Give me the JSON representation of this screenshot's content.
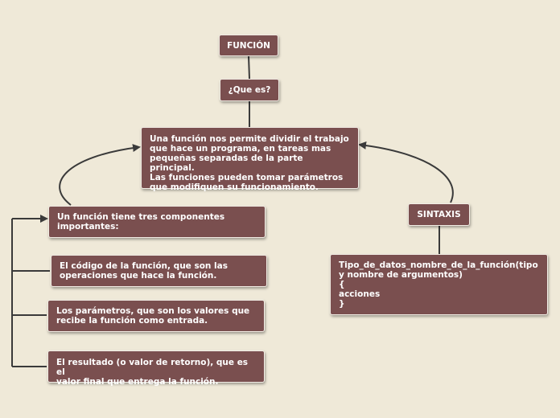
{
  "colors": {
    "background": "#efe9d8",
    "node_fill": "#7a4f4f",
    "node_text": "#ffffff",
    "connector": "#3a3a3a"
  },
  "nodes": {
    "funcion": "FUNCIÓN",
    "que_es": "¿Que es?",
    "definicion": "Una función nos permite dividir el trabajo\nque hace un programa, en tareas mas\npequeñas separadas de la parte principal.\nLas funciones pueden tomar parámetros\nque modifiquen su funcionamiento.",
    "componentes": "Un función tiene tres componentes\nimportantes:",
    "codigo": "El código de la función, que son las\noperaciones que hace la función.",
    "parametros": "Los parámetros, que son los valores que\nrecibe la función como entrada.",
    "resultado": "El resultado (o valor de retorno), que es el\nvalor final que entrega la función.",
    "sintaxis": "SINTAXIS",
    "sintaxis_detalle": "Tipo_de_datos_nombre_de_la_función(tipo\ny nombre de argumentos)\n{\nacciones\n}"
  }
}
